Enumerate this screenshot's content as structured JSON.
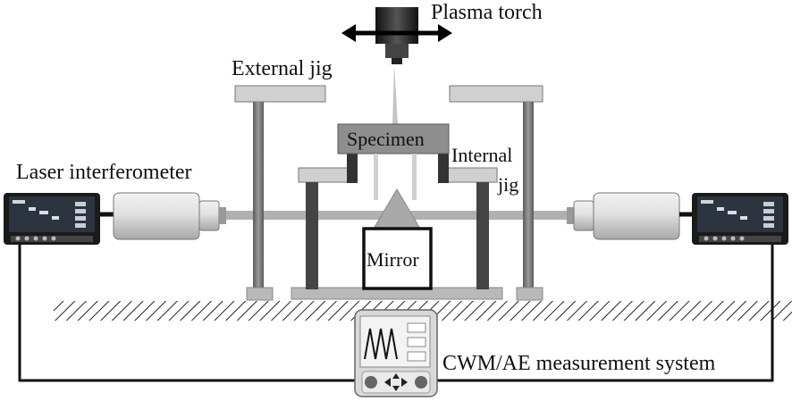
{
  "labels": {
    "plasma_torch": "Plasma torch",
    "external_jig": "External jig",
    "specimen": "Specimen",
    "internal_jig_line1": "Internal",
    "internal_jig_line2": "jig",
    "laser_interferometer": "Laser interferometer",
    "mirror": "Mirror",
    "measurement_system": "CWM/AE measurement system"
  },
  "colors": {
    "background": "#ffffff",
    "line": "#111111",
    "post_dark": "#6e6e6e",
    "post_light": "#a9a9a9",
    "jig_top": "#d0d0d0",
    "specimen": "#8e8e8e",
    "base": "#b9b9b9",
    "beam": "#b0b0b0",
    "device_body": "#1a1a1a",
    "device_screen": "#2c3440",
    "scope_body": "#d8d8d8",
    "scope_screen": "#f3f3f3"
  },
  "icons": {
    "torch": "plasma-torch-icon",
    "move_arrow": "double-arrow-icon",
    "laser_head": "laser-head-icon",
    "controller": "interferometer-controller-icon",
    "oscilloscope": "oscilloscope-icon"
  }
}
